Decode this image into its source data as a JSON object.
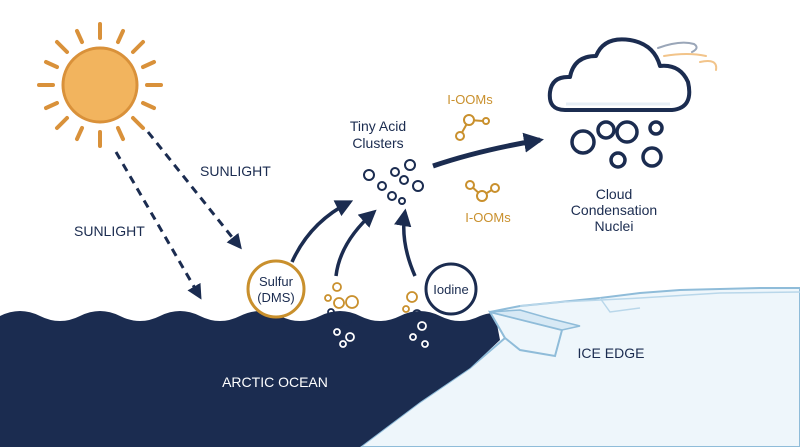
{
  "labels": {
    "sunlight_right": "SUNLIGHT",
    "sunlight_left": "SUNLIGHT",
    "sulfur_line1": "Sulfur",
    "sulfur_line2": "(DMS)",
    "iodine": "Iodine",
    "tiny_acid_line1": "Tiny Acid",
    "tiny_acid_line2": "Clusters",
    "ioom_top": "I-OOMs",
    "ioom_bottom": "I-OOMs",
    "ccn_line1": "Cloud",
    "ccn_line2": "Condensation",
    "ccn_line3": "Nuclei",
    "arctic_ocean": "ARCTIC OCEAN",
    "ice_edge": "ICE EDGE"
  },
  "colors": {
    "navy": "#1b2c50",
    "sun_fill": "#f2b45e",
    "sun_stroke": "#d9913a",
    "gold": "#c9902d",
    "ice_fill": "#eef6fb",
    "ice_stroke": "#8fbcd9",
    "white": "#ffffff"
  },
  "icons": [
    "sun-icon",
    "cloud-icon",
    "wind-icon",
    "molecule-icon",
    "bubble-icon",
    "arrow-icon"
  ]
}
